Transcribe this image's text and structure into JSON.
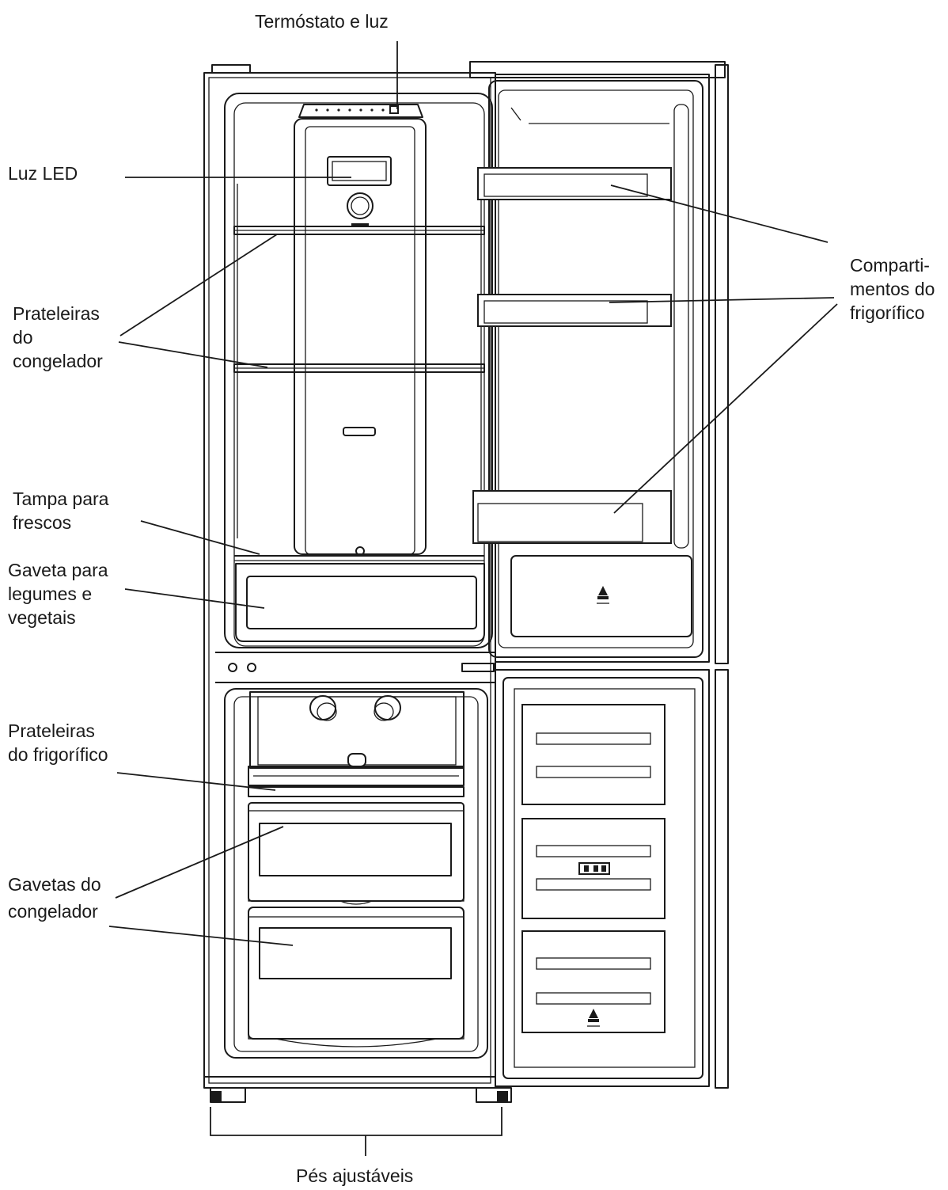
{
  "diagram": {
    "labels": {
      "thermostat": "Termóstato e luz",
      "led": "Luz LED",
      "freezer_shelves": [
        "Prateleiras",
        "do",
        "congelador"
      ],
      "fresh_cover": [
        "Tampa para",
        "frescos"
      ],
      "veg_drawer": [
        "Gaveta para",
        "legumes e",
        "vegetais"
      ],
      "fridge_shelves": [
        "Prateleiras",
        "do frigorífico"
      ],
      "freezer_drawers": [
        "Gavetas do",
        "congelador"
      ],
      "fridge_compartments": [
        "Comparti-",
        "mentos do",
        "frigorífico"
      ],
      "feet": "Pés ajustáveis"
    }
  }
}
